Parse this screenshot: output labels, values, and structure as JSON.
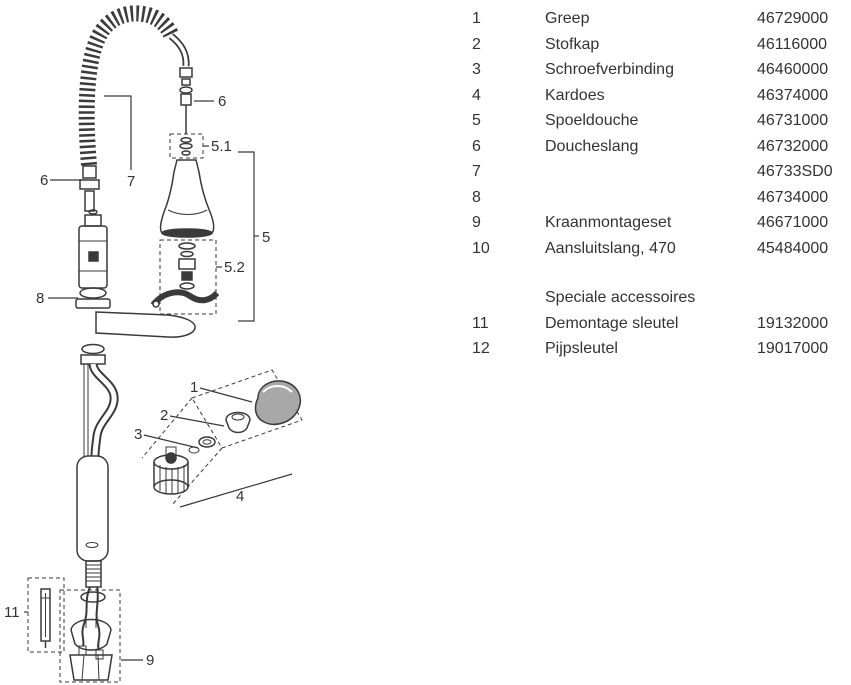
{
  "parts_list": {
    "rows": [
      {
        "num": "1",
        "name": "Greep",
        "code": "46729000"
      },
      {
        "num": "2",
        "name": "Stofkap",
        "code": "46116000"
      },
      {
        "num": "3",
        "name": "Schroefverbinding",
        "code": "46460000"
      },
      {
        "num": "4",
        "name": "Kardoes",
        "code": "46374000"
      },
      {
        "num": "5",
        "name": "Spoeldouche",
        "code": "46731000"
      },
      {
        "num": "6",
        "name": "Doucheslang",
        "code": "46732000"
      },
      {
        "num": "7",
        "name": "",
        "code": "46733SD0"
      },
      {
        "num": "8",
        "name": "",
        "code": "46734000"
      },
      {
        "num": "9",
        "name": "Kraanmontageset",
        "code": "46671000"
      },
      {
        "num": "10",
        "name": "Aansluitslang, 470",
        "code": "45484000"
      }
    ],
    "accessories_header": "Speciale accessoires",
    "accessories": [
      {
        "num": "11",
        "name": "Demontage sleutel",
        "code": "19132000"
      },
      {
        "num": "12",
        "name": "Pijpsleutel",
        "code": "19017000"
      }
    ]
  },
  "diagram": {
    "callouts": [
      {
        "label": "6",
        "target": "shower-hose-top"
      },
      {
        "label": "5.1",
        "target": "spray-head-upper-parts"
      },
      {
        "label": "5",
        "target": "spray-assembly"
      },
      {
        "label": "5.2",
        "target": "spray-head-lower-parts"
      },
      {
        "label": "6",
        "target": "spring-coil-hose"
      },
      {
        "label": "7",
        "target": "spring-guide"
      },
      {
        "label": "8",
        "target": "escutcheon"
      },
      {
        "label": "1",
        "target": "handle"
      },
      {
        "label": "2",
        "target": "dust-cap"
      },
      {
        "label": "3",
        "target": "screw-connection"
      },
      {
        "label": "4",
        "target": "cartridge"
      },
      {
        "label": "11",
        "target": "removal-tool"
      },
      {
        "label": "9",
        "target": "mounting-set"
      }
    ]
  },
  "colors": {
    "line": "#3a3a3a",
    "text": "#333333",
    "background": "#ffffff"
  }
}
